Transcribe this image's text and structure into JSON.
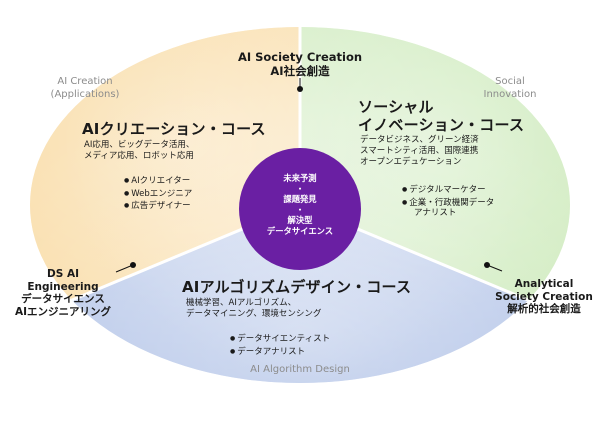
{
  "colors": {
    "creation": "#f8d79a",
    "social": "#c8e8b4",
    "algorithm": "#aec0e6",
    "center": "#6a1fa3",
    "divider": "#ffffff",
    "pointer": "#111111"
  },
  "top": {
    "en": "AI Society Creation",
    "ja": "AI社会創造"
  },
  "creation": {
    "en_line1": "AI Creation",
    "en_line2": "(Applications)",
    "title": "AIクリエーション・コース",
    "desc": [
      "AI応用、ビッグデータ活用、",
      "メディア応用、ロボット応用"
    ],
    "bullets": [
      "AIクリエイター",
      "Webエンジニア",
      "広告デザイナー"
    ]
  },
  "social": {
    "en_line1": "Social",
    "en_line2": "Innovation",
    "title_line1": "ソーシャル",
    "title_line2": "イノベーション・コース",
    "desc": [
      "データビジネス、グリーン経済",
      "スマートシティ活用、国際連携",
      "オープンエデュケーション"
    ],
    "bullets": [
      "デジタルマーケター",
      "企業・行政機関データ"
    ],
    "bullet_cont": "アナリスト"
  },
  "algorithm": {
    "title": "AIアルゴリズムデザイン・コース",
    "desc": [
      "機械学習、AIアルゴリズム、",
      "データマイニング、環境センシング"
    ],
    "bullets": [
      "データサイエンティスト",
      "データアナリスト"
    ],
    "en": "AI Algorithm Design"
  },
  "left_corner": {
    "line1": "DS AI",
    "line2": "Engineering",
    "line3": "データサイエンス",
    "line4": "AIエンジニアリング"
  },
  "right_corner": {
    "line1": "Analytical",
    "line2": "Society Creation",
    "line3": "解析的社会創造"
  },
  "center": {
    "line1": "未来予測",
    "sep1": "・",
    "line2": "課題発見",
    "sep2": "・",
    "line3": "解決型",
    "line4": "データサイエンス"
  }
}
